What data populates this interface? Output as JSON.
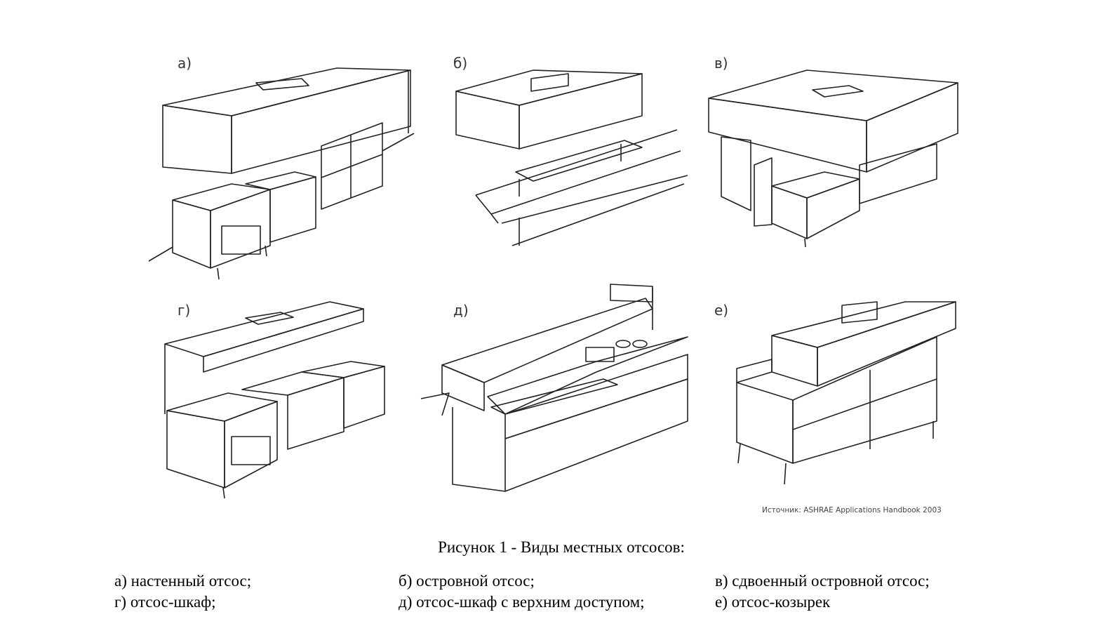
{
  "figure": {
    "panels": [
      {
        "label": "а)"
      },
      {
        "label": "б)"
      },
      {
        "label": "в)"
      },
      {
        "label": "г)"
      },
      {
        "label": "д)"
      },
      {
        "label": "е)"
      }
    ],
    "source": "Источник: ASHRAE Applications Handbook 2003"
  },
  "caption": "Рисунок 1 - Виды местных отсосов:",
  "legend": [
    "а) настенный отсос;",
    "б) островной отсос;",
    "в) сдвоенный островной отсос;",
    "г) отсос-шкаф;",
    "д) отсос-шкаф с верхним доступом;",
    "е) отсос-козырек"
  ]
}
